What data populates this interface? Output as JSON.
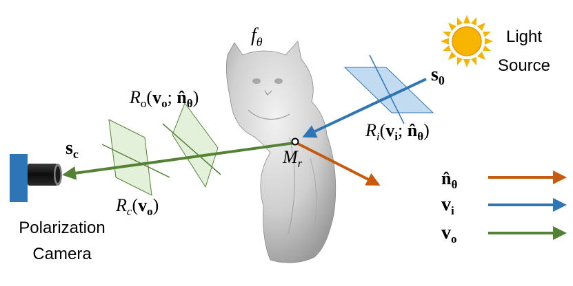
{
  "labels": {
    "f_theta": {
      "base": "f",
      "sub": "θ"
    },
    "light_source_line1": "Light",
    "light_source_line2": "Source",
    "s0": {
      "base": "s",
      "sub": "0"
    },
    "sc": {
      "base": "s",
      "sub": "c"
    },
    "Mr": {
      "base": "M",
      "sub": "r"
    },
    "Ro": {
      "R": "R",
      "sub": "o",
      "open": "(",
      "v": "v",
      "vsub": "o",
      "sep": "; ",
      "n": "n̂",
      "nsub": "θ",
      "close": ")"
    },
    "Ri": {
      "R": "R",
      "sub": "i",
      "open": "(",
      "v": "v",
      "vsub": "i",
      "sep": "; ",
      "n": "n̂",
      "nsub": "θ",
      "close": ")"
    },
    "Rc": {
      "R": "R",
      "sub": "c",
      "open": "(",
      "v": "v",
      "vsub": "o",
      "close": ")"
    },
    "camera_line1": "Polarization",
    "camera_line2": "Camera"
  },
  "legend": [
    {
      "symbol": "n̂",
      "sub": "θ",
      "color": "#c55a11"
    },
    {
      "symbol": "v",
      "sub": "i",
      "color": "#2e75b6"
    },
    {
      "symbol": "v",
      "sub": "o",
      "color": "#548235"
    }
  ],
  "colors": {
    "normal": "#c55a11",
    "incident": "#2e75b6",
    "outgoing": "#548235",
    "sun": "#f4b400",
    "camera_body": "#2e75b6",
    "incident_plane_fill": "#bdd7ee",
    "outgoing_plane_fill": "#e2f0d9"
  }
}
